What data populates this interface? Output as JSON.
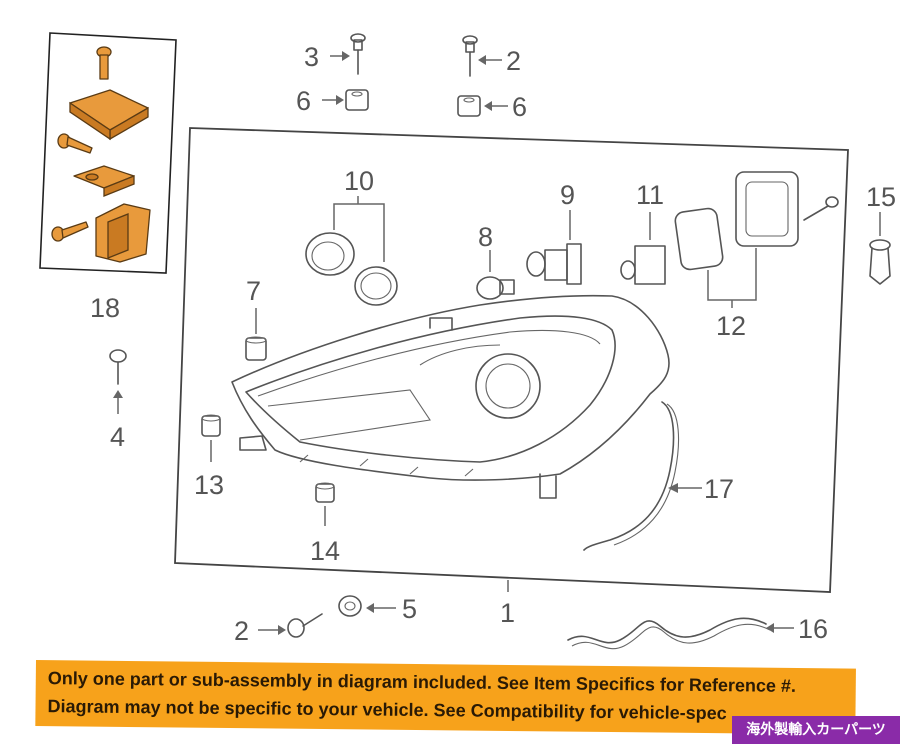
{
  "diagram": {
    "callouts": {
      "n1": "1",
      "n2a": "2",
      "n2b": "2",
      "n3": "3",
      "n4": "4",
      "n5": "5",
      "n6a": "6",
      "n6b": "6",
      "n7": "7",
      "n8": "8",
      "n9": "9",
      "n10": "10",
      "n11": "11",
      "n12": "12",
      "n13": "13",
      "n14": "14",
      "n15": "15",
      "n16": "16",
      "n17": "17",
      "n18": "18"
    },
    "colors": {
      "highlight": "#e89a3c",
      "line": "#555555"
    }
  },
  "banner": {
    "line1": "Only one part or sub-assembly in diagram included. See Item Specifics for Reference #.",
    "line2": "Diagram may not be specific to your vehicle. See Compatibility for vehicle-spec",
    "color": "#f7a21b"
  },
  "tag": {
    "label": "海外製輸入カーパーツ",
    "color": "#8a2ba8"
  }
}
